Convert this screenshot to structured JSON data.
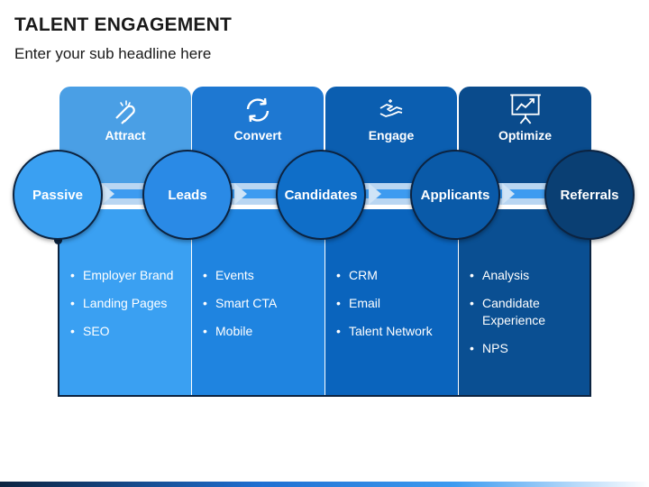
{
  "title": "TALENT ENGAGEMENT",
  "subtitle": "Enter your sub headline here",
  "stages": [
    {
      "label": "Attract",
      "icon": "magnet-icon",
      "color": "#4a9fe5"
    },
    {
      "label": "Convert",
      "icon": "cycle-arrows-icon",
      "color": "#1e78d2"
    },
    {
      "label": "Engage",
      "icon": "handshake-icon",
      "color": "#0b5eb0"
    },
    {
      "label": "Optimize",
      "icon": "chart-presentation-icon",
      "color": "#0a4b8c"
    }
  ],
  "circles": [
    {
      "label": "Passive",
      "color": "#3aa0f2"
    },
    {
      "label": "Leads",
      "color": "#2a8ae6"
    },
    {
      "label": "Candidates",
      "color": "#0f6ec8"
    },
    {
      "label": "Applicants",
      "color": "#0a5aa8"
    },
    {
      "label": "Referrals",
      "color": "#0a3f73"
    }
  ],
  "columns": [
    {
      "items": [
        "Employer Brand",
        "Landing Pages",
        "SEO"
      ],
      "color": "#3aa0f2"
    },
    {
      "items": [
        "Events",
        "Smart CTA",
        "Mobile"
      ],
      "color": "#1f84e0"
    },
    {
      "items": [
        "CRM",
        "Email",
        "Talent Network"
      ],
      "color": "#0a64bd"
    },
    {
      "items": [
        "Analysis",
        "Candidate Experience",
        "NPS"
      ],
      "color": "#0a4f92"
    }
  ]
}
